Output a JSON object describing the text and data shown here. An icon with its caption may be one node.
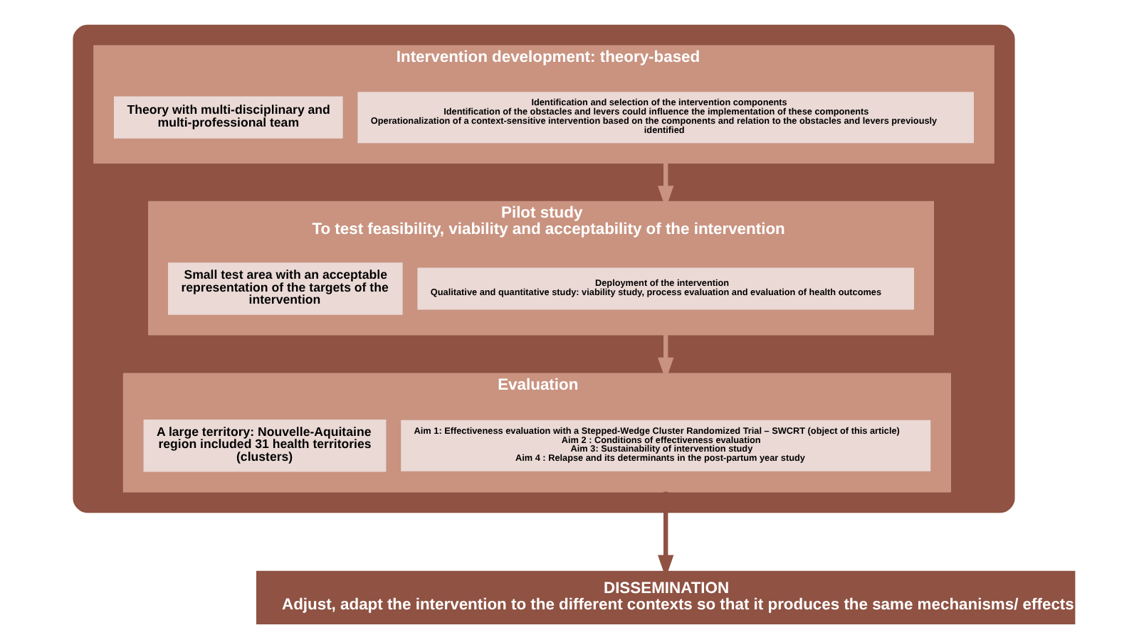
{
  "diagram": {
    "nodes": [
      {
        "text": [],
        "shape": "box"
      },
      {
        "text": [
          "Intervention development: theory-based"
        ],
        "in": 0
      },
      {
        "text": [
          "Theory with multi-disciplinary and multi-professional team"
        ],
        "in": 1
      },
      {
        "text": [
          "Identification and selection of the intervention components",
          "Identification of the obstacles and levers could influence the implementation of these components",
          "Operationalization of a context-sensitive intervention based on the components and relation to the obstacles and levers previously identified"
        ],
        "in": 1
      },
      {
        "text": [
          "Pilot study",
          "To test feasibility, viability and acceptability of the intervention"
        ],
        "in": 0
      },
      {
        "text": [
          "Small test area with an acceptable representation of the targets of the intervention"
        ],
        "in": 4
      },
      {
        "text": [
          "Deployment of the intervention",
          "Qualitative and quantitative study: viability study, process evaluation and evaluation of health outcomes"
        ],
        "in": 4
      },
      {
        "text": [
          "Evaluation"
        ],
        "in": 0
      },
      {
        "text": [
          "A large territory: Nouvelle-Aquitaine region included 31 health territories (clusters)"
        ],
        "in": 7
      },
      {
        "text": [
          "Aim 1: Effectiveness evaluation with a Stepped-Wedge Cluster Randomized Trial – SWCRT (object of this article)",
          "Aim 2 : Conditions of effectiveness evaluation",
          "Aim 3: Sustainability of intervention study",
          "Aim 4 : Relapse and its determinants in the post-partum year study"
        ],
        "in": 7
      },
      {
        "text": [
          "DISSEMINATION",
          "Adjust, adapt the intervention to the different contexts so that it produces the same mechanisms/ effects"
        ]
      }
    ],
    "edges": [
      {
        "from": 1,
        "to": 4,
        "arrow": "to"
      },
      {
        "from": 4,
        "to": 7,
        "arrow": "to"
      },
      {
        "from": 7,
        "to": 10,
        "arrow": "to",
        "color": "#8f5243"
      }
    ]
  }
}
